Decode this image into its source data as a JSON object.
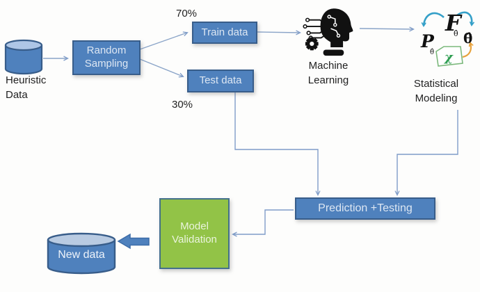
{
  "diagram_title": "machine-learning-data-split-flowchart",
  "colors": {
    "node_blue": "#4f81bd",
    "node_blue_border": "#385d8a",
    "cylinder_top": "#aec6e6",
    "validation_green": "#92c347",
    "validation_border": "#44708c",
    "connector": "#7f9cc8",
    "curve_blue": "#35a0c8",
    "curve_orange": "#e7a23c",
    "chi_green": "#2f9e52",
    "icon_black": "#111111"
  },
  "nodes": {
    "heuristic": {
      "line1": "Heuristic",
      "line2": "Data"
    },
    "random_sampling": {
      "line1": "Random",
      "line2": "Sampling"
    },
    "train_pct": "70%",
    "train": "Train data",
    "test": "Test data",
    "test_pct": "30%",
    "machine_learning": {
      "line1": "Machine",
      "line2": "Learning"
    },
    "statistical_modeling": {
      "line1": "Statistical",
      "line2": "Modeling"
    },
    "prediction": "Prediction +Testing",
    "validation": {
      "line1": "Model",
      "line2": "Validation"
    },
    "new_data": "New data"
  },
  "stat_icon": {
    "f": "F",
    "f_sub": "θ̂",
    "p": "P",
    "p_sub": "θ̂",
    "theta_hat": "θ̂",
    "chi": "χ"
  }
}
